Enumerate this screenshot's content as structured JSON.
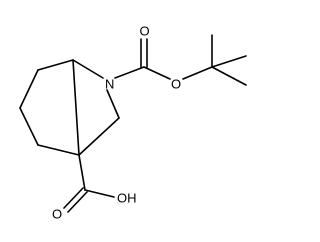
{
  "molecule": {
    "atoms": {
      "o_carbonyl_boc": "O",
      "n_ring": "N",
      "o_ester": "O",
      "o_carbonyl_acid": "O",
      "oh_acid": "OH"
    }
  }
}
